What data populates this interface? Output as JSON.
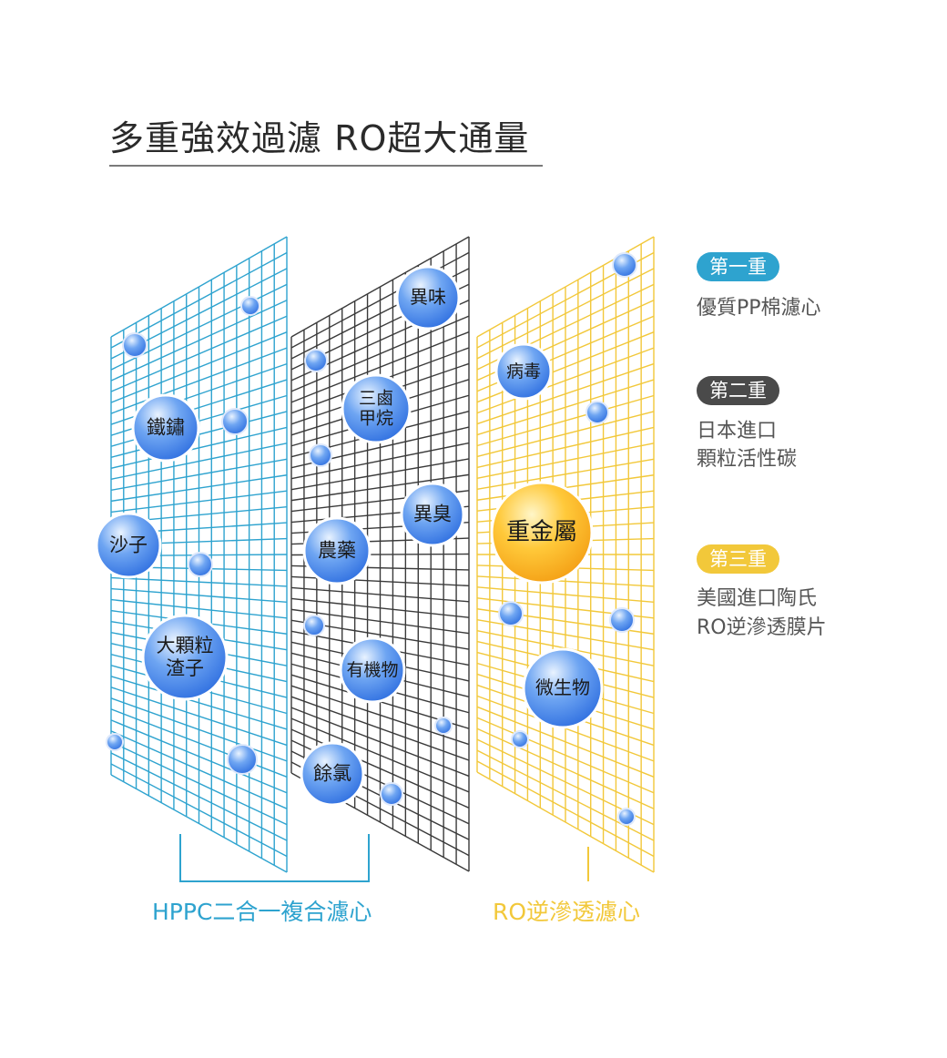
{
  "title": "多重強效過濾 RO超大通量",
  "colors": {
    "cyan": "#2ea3cf",
    "dark": "#3a3a3a",
    "yellow": "#f2c83a",
    "ball_blue": "#3b7fe8",
    "ball_gold": "#f5a623"
  },
  "layers": [
    {
      "badge": "第一重",
      "description": [
        "優質PP棉濾心"
      ],
      "color": "#2ea3cf"
    },
    {
      "badge": "第二重",
      "description": [
        "日本進口",
        "顆粒活性碳"
      ],
      "color": "#4a4a4a"
    },
    {
      "badge": "第三重",
      "description": [
        "美國進口陶氏",
        "RO逆滲透膜片"
      ],
      "color": "#f2c83a"
    }
  ],
  "contaminants": {
    "iron_rust": "鐵鏽",
    "sand": "沙子",
    "large_particles": [
      "大顆粒",
      "渣子"
    ],
    "odd_taste": "異味",
    "trihalomethane": [
      "三鹵",
      "甲烷"
    ],
    "odor": "異臭",
    "pesticide": "農藥",
    "organic": "有機物",
    "residual_chlorine": "餘氯",
    "virus": "病毒",
    "heavy_metal": "重金屬",
    "microorganism": "微生物"
  },
  "bottom_labels": {
    "hppc": "HPPC二合一複合濾心",
    "ro": "RO逆滲透濾心"
  }
}
